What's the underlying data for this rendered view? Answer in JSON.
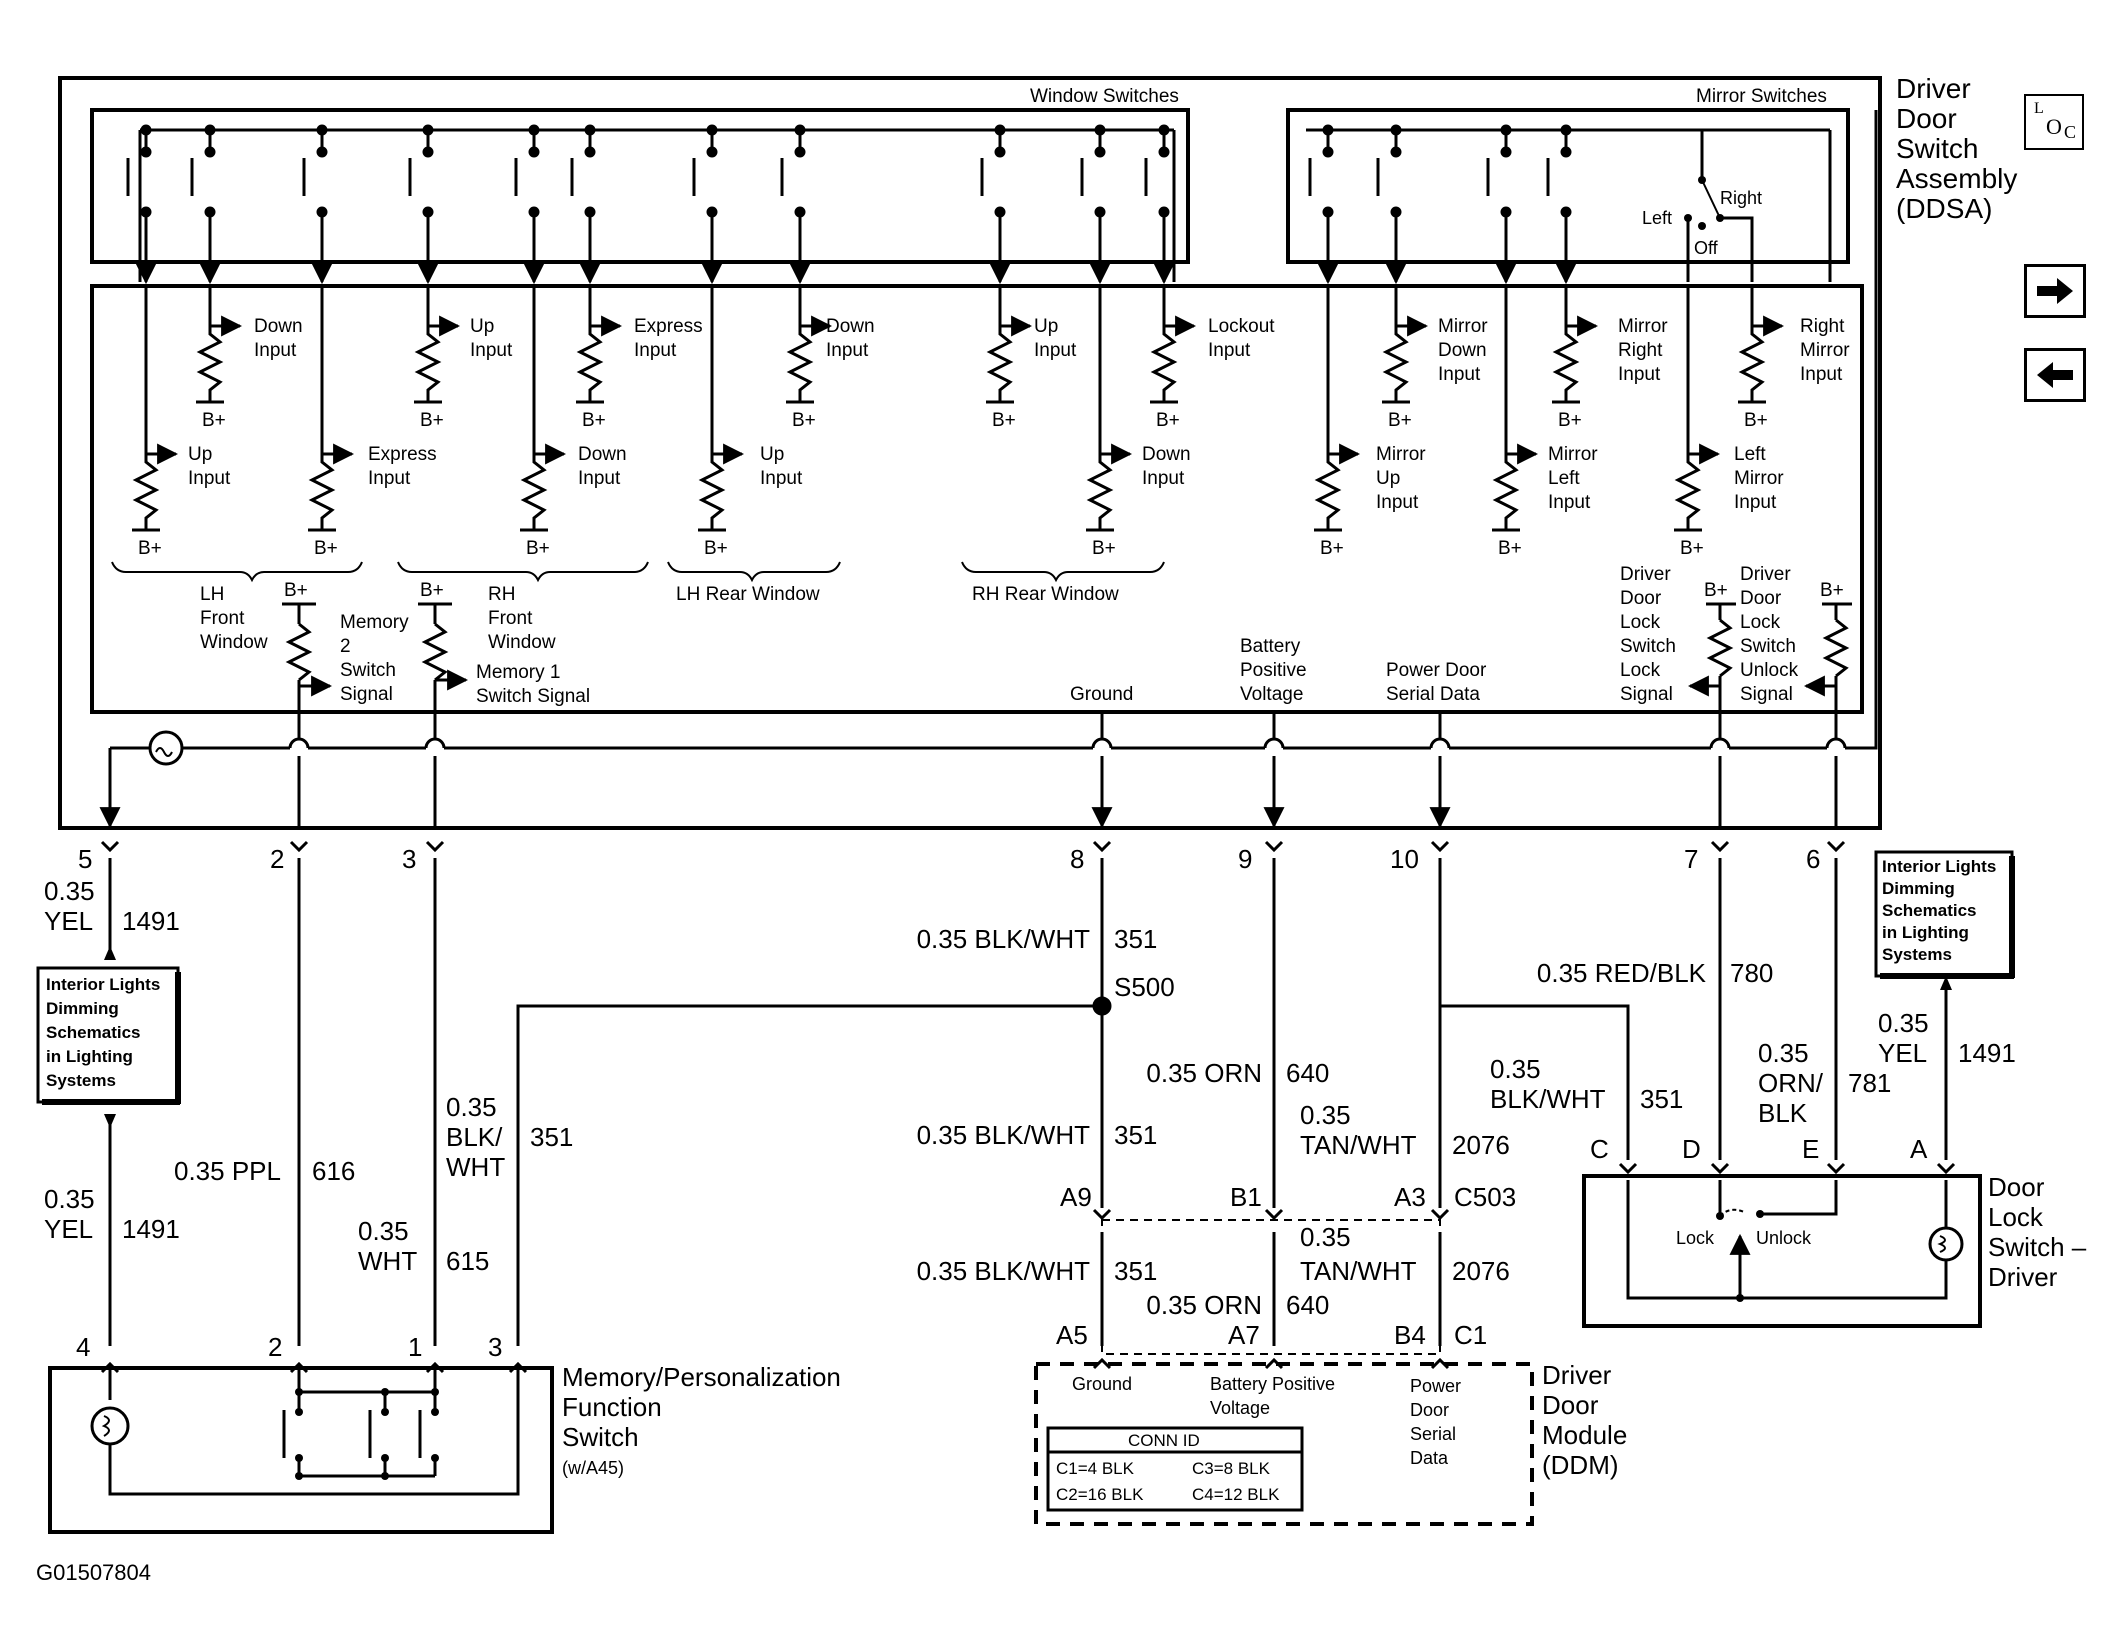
{
  "figure_id": "G01507804",
  "ddsa": {
    "title_lines": [
      "Driver",
      "Door",
      "Switch",
      "Assembly",
      "(DDSA)"
    ],
    "window_switches_label": "Window Switches",
    "mirror_switches_label": "Mirror Switches",
    "mirror_selector": {
      "left": "Left",
      "right": "Right",
      "off": "Off"
    },
    "inputs": {
      "lh_front_down": [
        "Down",
        "Input"
      ],
      "rh_front_up": [
        "Up",
        "Input"
      ],
      "rh_front_express": [
        "Express",
        "Input"
      ],
      "lh_rear_down": [
        "Down",
        "Input"
      ],
      "rh_rear_up": [
        "Up",
        "Input"
      ],
      "lockout": [
        "Lockout",
        "Input"
      ],
      "mirror_down": [
        "Mirror",
        "Down",
        "Input"
      ],
      "mirror_right": [
        "Mirror",
        "Right",
        "Input"
      ],
      "right_mirror": [
        "Right",
        "Mirror",
        "Input"
      ],
      "lh_front_up": [
        "Up",
        "Input"
      ],
      "lh_front_express": [
        "Express",
        "Input"
      ],
      "rh_front_down": [
        "Down",
        "Input"
      ],
      "lh_rear_up": [
        "Up",
        "Input"
      ],
      "rh_rear_down": [
        "Down",
        "Input"
      ],
      "mirror_up": [
        "Mirror",
        "Up",
        "Input"
      ],
      "mirror_left": [
        "Mirror",
        "Left",
        "Input"
      ],
      "left_mirror": [
        "Left",
        "Mirror",
        "Input"
      ]
    },
    "supply_label": "B+",
    "groups": {
      "lh_front": [
        "LH",
        "Front",
        "Window"
      ],
      "rh_front": [
        "RH",
        "Front",
        "Window"
      ],
      "lh_rear": "LH Rear Window",
      "rh_rear": "RH Rear Window"
    },
    "signals": {
      "memory2": [
        "Memory",
        "2",
        "Switch",
        "Signal"
      ],
      "memory1": [
        "Memory 1",
        "Switch Signal"
      ],
      "ground": "Ground",
      "battery": [
        "Battery",
        "Positive",
        "Voltage"
      ],
      "serial": [
        "Power Door",
        "Serial Data"
      ],
      "lock_signal": [
        "Driver",
        "Door",
        "Lock",
        "Switch",
        "Lock",
        "Signal"
      ],
      "unlock_signal": [
        "Driver",
        "Door",
        "Lock",
        "Switch",
        "Unlock",
        "Signal"
      ]
    },
    "pins": [
      "5",
      "2",
      "3",
      "8",
      "9",
      "10",
      "7",
      "6"
    ]
  },
  "wires": {
    "w5": {
      "gauge": "0.35",
      "color": "YEL",
      "circuit": "1491"
    },
    "w8": {
      "label": "0.35 BLK/WHT",
      "circuit": "351"
    },
    "splice": "S500",
    "w7": {
      "label": "0.35 RED/BLK",
      "circuit": "780"
    },
    "yel_bottom": {
      "gauge": "0.35",
      "color": "YEL",
      "circuit": "1491"
    },
    "ppl": {
      "label": "0.35 PPL",
      "circuit": "616"
    },
    "blkwht_mem": {
      "gauge": "0.35",
      "c1": "BLK/",
      "c2": "WHT",
      "circuit": "351"
    },
    "wht": {
      "gauge": "0.35",
      "color": "WHT",
      "circuit": "615"
    },
    "orn_upper": {
      "label": "0.35 ORN",
      "circuit": "640"
    },
    "tanwht_upper": {
      "gauge": "0.35",
      "color": "TAN/WHT",
      "circuit": "2076"
    },
    "blkwht_upper": {
      "label": "0.35 BLK/WHT",
      "circuit": "351"
    },
    "blkwht_ddsw": {
      "gauge": "0.35",
      "color": "BLK/WHT",
      "circuit": "351"
    },
    "ornblk": {
      "gauge": "0.35",
      "c1": "ORN/",
      "c2": "BLK",
      "circuit": "781"
    },
    "yel_right": {
      "gauge": "0.35",
      "color": "YEL",
      "circuit": "1491"
    },
    "blkwht_lower": {
      "label": "0.35 BLK/WHT",
      "circuit": "351"
    },
    "tanwht_lower": {
      "gauge": "0.35",
      "color": "TAN/WHT",
      "circuit": "2076"
    },
    "orn_lower": {
      "label": "0.35 ORN",
      "circuit": "640"
    }
  },
  "connector_c503": {
    "name": "C503",
    "pins_top": [
      "A9",
      "B1",
      "A3"
    ],
    "pins_bottom": [
      "A5",
      "A7",
      "B4",
      "C1"
    ]
  },
  "interior_lights_ref": [
    "Interior Lights",
    "Dimming",
    "Schematics",
    "in Lighting",
    "Systems"
  ],
  "memory_switch": {
    "lines": [
      "Memory/Personalization",
      "Function",
      "Switch",
      "(w/A45)"
    ],
    "pins": [
      "4",
      "2",
      "1",
      "3"
    ]
  },
  "ddm": {
    "lines": [
      "Driver",
      "Door",
      "Module",
      "(DDM)"
    ],
    "ground": "Ground",
    "battery": [
      "Battery Positive",
      "Voltage"
    ],
    "serial": [
      "Power",
      "Door",
      "Serial",
      "Data"
    ],
    "conn_id_title": "CONN ID",
    "conn_id_rows": [
      [
        "C1=4 BLK",
        "C3=8 BLK"
      ],
      [
        "C2=16 BLK",
        "C4=12 BLK"
      ]
    ]
  },
  "lock_switch": {
    "lines": [
      "Door",
      "Lock",
      "Switch –",
      "Driver"
    ],
    "pins": [
      "C",
      "D",
      "E",
      "A"
    ],
    "lock": "Lock",
    "unlock": "Unlock"
  },
  "nav": {
    "loc_l": "L",
    "loc_o": "O",
    "loc_c": "C"
  }
}
